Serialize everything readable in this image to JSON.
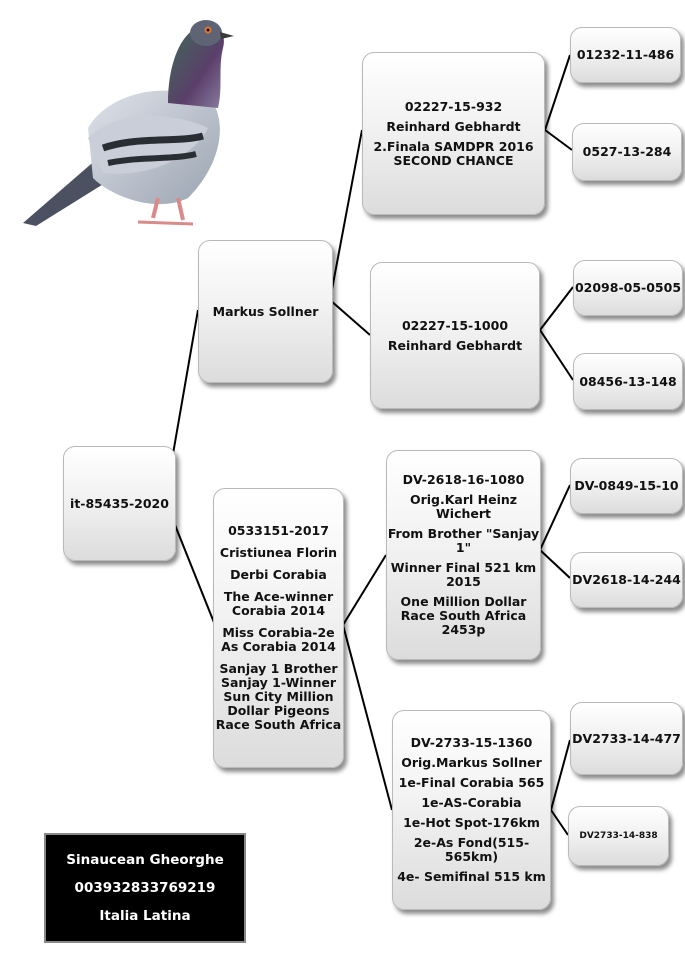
{
  "subject": {
    "ring": "it-85435-2020"
  },
  "sire": {
    "lines": [
      "Markus Sollner"
    ],
    "sire": {
      "lines": [
        "02227-15-932",
        "Reinhard Gebhardt",
        "2.Finala SAMDPR 2016 SECOND CHANCE"
      ],
      "sire": {
        "ring": "01232-11-486"
      },
      "dam": {
        "ring": "0527-13-284"
      }
    },
    "dam": {
      "lines": [
        "02227-15-1000",
        "Reinhard Gebhardt"
      ],
      "sire": {
        "ring": "02098-05-0505"
      },
      "dam": {
        "ring": "08456-13-148"
      }
    }
  },
  "dam": {
    "lines": [
      "0533151-2017",
      "Cristiunea Florin",
      "Derbi Corabia",
      "The Ace-winner Corabia 2014",
      "Miss Corabia-2e As Corabia 2014",
      "Sanjay 1 Brother Sanjay 1-Winner Sun City Million Dollar Pigeons Race South Africa"
    ],
    "sire": {
      "lines": [
        "DV-2618-16-1080",
        "Orig.Karl Heinz Wichert",
        "From Brother \"Sanjay 1\"",
        "Winner Final 521 km 2015",
        "One Million Dollar Race South Africa 2453p"
      ],
      "sire": {
        "ring": "DV-0849-15-10"
      },
      "dam": {
        "ring": "DV2618-14-244"
      }
    },
    "dam": {
      "lines": [
        "DV-2733-15-1360",
        "Orig.Markus Sollner",
        "1e-Final Corabia 565",
        "1e-AS-Corabia",
        "1e-Hot Spot-176km",
        "2e-As Fond(515-565km)",
        "4e- Semifinal 515 km"
      ],
      "sire": {
        "ring": "DV2733-14-477"
      },
      "dam": {
        "ring": "DV2733-14-838"
      }
    }
  },
  "owner": {
    "name": "Sinaucean Gheorghe",
    "phone": "003932833769219",
    "location": "Italia Latina"
  },
  "photo_icon": "pigeon-photo-icon",
  "colors": {
    "box_border": "#b9b9b9",
    "owner_bg": "#000000",
    "line": "#000000"
  }
}
